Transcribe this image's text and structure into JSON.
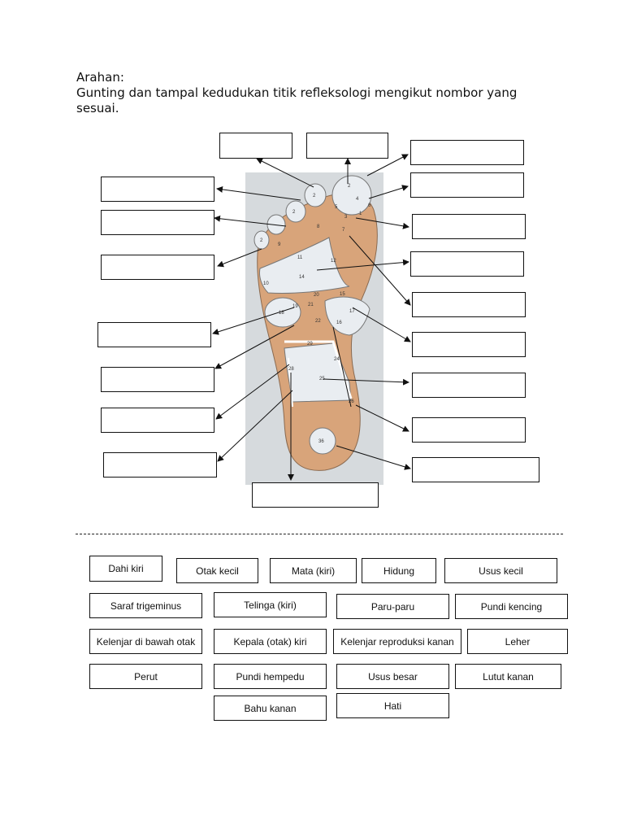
{
  "instructions": {
    "heading": "Arahan:",
    "line1": "Gunting dan tampal kedudukan titik refleksologi mengikut nombor yang",
    "line2": "sesuai."
  },
  "zone_numbers": [
    "1",
    "2",
    "3",
    "4",
    "5",
    "6",
    "7",
    "8",
    "9",
    "10",
    "11",
    "12",
    "14",
    "15",
    "16",
    "17",
    "18",
    "19",
    "20",
    "21",
    "22",
    "24",
    "25",
    "26",
    "28",
    "29",
    "36"
  ],
  "cut_labels": [
    "Dahi kiri",
    "Otak kecil",
    "Mata (kiri)",
    "Hidung",
    "Usus kecil",
    "Saraf trigeminus",
    "Telinga (kiri)",
    "Paru-paru",
    "Pundi kencing",
    "Kelenjar di bawah otak",
    "Kepala (otak) kiri",
    "Kelenjar reproduksi kanan",
    "Leher",
    "Perut",
    "Pundi hempedu",
    "Usus besar",
    "Lutut kanan",
    "Bahu kanan",
    "Hati"
  ],
  "colors": {
    "foot_tan": "#d8a47a",
    "foot_pale": "#e9edf1",
    "background_board": "#d6dadd"
  }
}
